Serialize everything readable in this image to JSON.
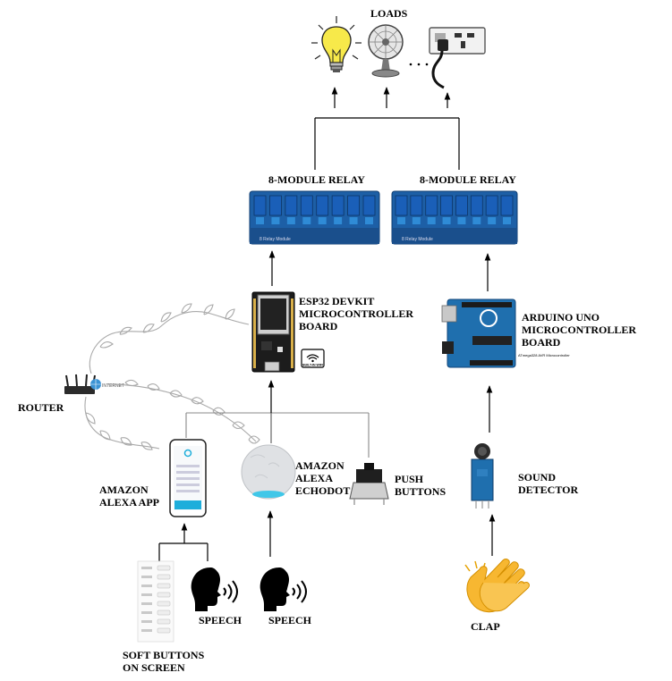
{
  "title": "LOADS",
  "relays": [
    {
      "label": "8-MODULE RELAY",
      "board_text": "8 Relay Module"
    },
    {
      "label": "8-MODULE RELAY",
      "board_text": "8 Relay Module"
    }
  ],
  "esp32": {
    "line1": "ESP32 DEVKIT",
    "line2": "MICROCONTROLLER",
    "line3": "BOARD",
    "badge_text": "BUILT-IN WIFI"
  },
  "arduino": {
    "line1": "ARDUINO UNO",
    "line2": "MICROCONTROLLER",
    "line3": "BOARD",
    "chip_text": "ATmega328 AVR Microcontroller"
  },
  "router": {
    "label": "ROUTER",
    "cloud_text": "INTERNET"
  },
  "alexa_app": {
    "line1": "AMAZON",
    "line2": "ALEXA APP"
  },
  "echodot": {
    "line1": "AMAZON",
    "line2": "ALEXA",
    "line3": "ECHODOT"
  },
  "push_buttons": {
    "line1": "PUSH",
    "line2": "BUTTONS"
  },
  "sound": {
    "line1": "SOUND",
    "line2": "DETECTOR"
  },
  "speech_left": "SPEECH",
  "speech_right": "SPEECH",
  "soft_buttons": {
    "line1": "SOFT BUTTONS",
    "line2": "ON SCREEN"
  },
  "clap": "CLAP",
  "colors": {
    "relay_board": "#1d5fa6",
    "relay_block": "#1a5fb8",
    "arduino_board": "#1f6fae",
    "wifi_curve": "#a9a9a9",
    "bulb": "#f7e94a",
    "clap": "#f7b731"
  }
}
